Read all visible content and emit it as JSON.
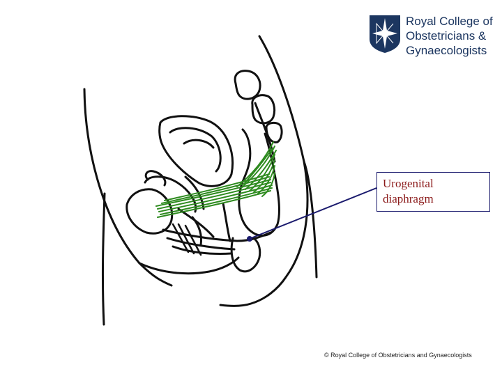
{
  "logo": {
    "name_lines": [
      "Royal College of",
      "Obstetricians &",
      "Gynaecologists"
    ],
    "navy": "#1c3660",
    "emblem": "compass-star-shield-icon"
  },
  "callout": {
    "lines": [
      "Urogenital",
      "diaphragm"
    ],
    "text_color": "#8b1a1a",
    "border_color": "#1b1b6e"
  },
  "footer": {
    "copyright": "© Royal College of Obstetricians and Gynaecologists"
  },
  "colors": {
    "outline": "#111111",
    "muscle_fibres": "#2e8b1f",
    "pointer": "#1b1b6e"
  }
}
